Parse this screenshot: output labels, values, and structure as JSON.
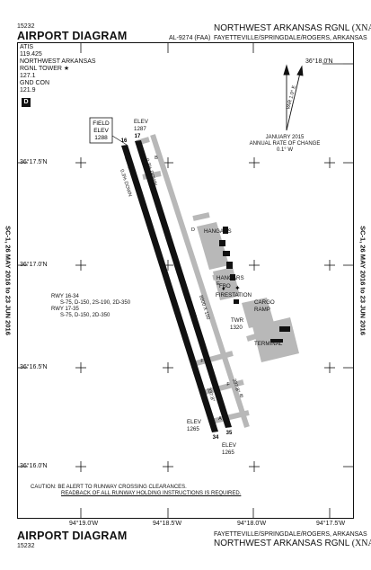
{
  "header": {
    "chart_id": "15232",
    "title": "AIRPORT DIAGRAM",
    "procedure": "AL-9274 (FAA)",
    "airport_prefix": "NORTHWEST ARKANSAS RGNL",
    "airport_code": "(XNA)",
    "city": "FAYETTEVILLE/SPRINGDALE/ROGERS, ARKANSAS"
  },
  "comms": {
    "atis_label": "ATIS",
    "atis_freq": "119.425",
    "tower_line1": "NORTHWEST ARKANSAS",
    "tower_line2": "RGNL TOWER",
    "tower_freq": "127.1",
    "gnd_label": "GND CON",
    "gnd_freq": "121.9",
    "box_letter": "D"
  },
  "variation": {
    "label": "VAR 1.0° E",
    "date_line": "JANUARY 2015",
    "rate_line": "ANNUAL RATE OF CHANGE",
    "rate_value": "0.1° W"
  },
  "coords": {
    "lat_1": "36°18.0'N",
    "lat_2": "36°17.5'N",
    "lat_3": "36°17.0'N",
    "lat_4": "36°16.5'N",
    "lat_5": "36°16.0'N",
    "lon_1": "94°19.0'W",
    "lon_2": "94°18.5'W",
    "lon_3": "94°18.0'W",
    "lon_4": "94°17.5'W"
  },
  "labels": {
    "field_elev_1": "FIELD",
    "field_elev_2": "ELEV",
    "field_elev_3": "1288",
    "elev_north_1": "ELEV",
    "elev_north_2": "1287",
    "elev_south_1": "ELEV",
    "elev_south_2": "1265",
    "elev_south2_1": "ELEV",
    "elev_south2_2": "1265",
    "hangars_1": "HANGARS",
    "hangars_2": "HANGARS",
    "fbo": "FBO",
    "firestation": "FIRESTATION",
    "cargo_1": "CARGO",
    "cargo_2": "RAMP",
    "twr_1": "TWR",
    "twr_2": "1320",
    "terminal": "TERMINAL",
    "runway_size": "8800 X 150",
    "rwy_16": "16",
    "rwy_17": "17",
    "rwy_34": "34",
    "rwy_35": "35",
    "hdg_157a": "157.8°",
    "hdg_157b": "157.8°",
    "hdg_337a": "337.8°",
    "hdg_337b": "337.8°",
    "down_1": "0.3% DOWN",
    "down_2": "0.3% DOWN",
    "twy_A": "A",
    "twy_B": "B",
    "twy_C": "C",
    "twy_D": "D",
    "twy_E": "E",
    "twy_F": "F",
    "strength_1": "RWY 16-34",
    "strength_2": "S-75, D-150, 2S-190, 2D-350",
    "strength_3": "RWY 17-35",
    "strength_4": "S-75, D-150, 2D-350"
  },
  "caution": {
    "line1": "CAUTION: BE ALERT TO RUNWAY CROSSING CLEARANCES.",
    "line2": "READBACK OF ALL RUNWAY HOLDING INSTRUCTIONS IS REQUIRED."
  },
  "sidebar": {
    "left": "SC-1, 26 MAY 2016 to 23 JUN 2016",
    "right": "SC-1, 26 MAY 2016 to 23 JUN 2016"
  },
  "footer": {
    "title": "AIRPORT DIAGRAM",
    "chart_id": "15232",
    "city": "FAYETTEVILLE/SPRINGDALE/ROGERS, ARKANSAS",
    "airport_prefix": "NORTHWEST ARKANSAS RGNL",
    "airport_code": "(XNA)"
  }
}
